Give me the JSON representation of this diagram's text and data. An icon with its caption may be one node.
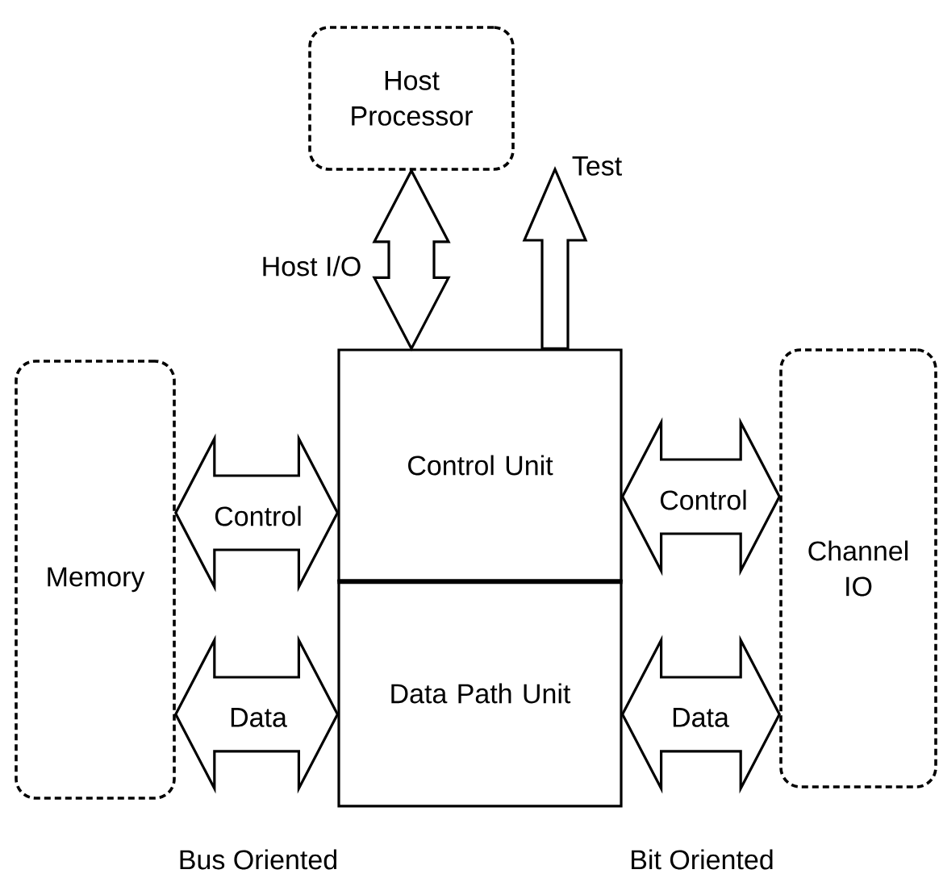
{
  "diagram": {
    "nodes": [
      {
        "text": [
          "Host Processor"
        ]
      },
      {
        "text": [
          "Control Unit"
        ]
      },
      {
        "text": [
          "Data Path Unit"
        ]
      },
      {
        "text": [
          "Memory"
        ]
      },
      {
        "text": [
          "Channel IO"
        ]
      }
    ],
    "edges": [
      {
        "from": 0,
        "to": 1,
        "arrow": "both",
        "label": "Host I/O"
      },
      {
        "from": 1,
        "to": null,
        "arrow": "to",
        "label": "Test"
      },
      {
        "from": 3,
        "to": 1,
        "arrow": "both",
        "label": "Control"
      },
      {
        "from": 3,
        "to": 2,
        "arrow": "both",
        "label": "Data"
      },
      {
        "from": 1,
        "to": 4,
        "arrow": "both",
        "label": "Control"
      },
      {
        "from": 2,
        "to": 4,
        "arrow": "both",
        "label": "Data"
      }
    ],
    "labels": [
      "Bus Oriented",
      "Bit Oriented"
    ]
  }
}
